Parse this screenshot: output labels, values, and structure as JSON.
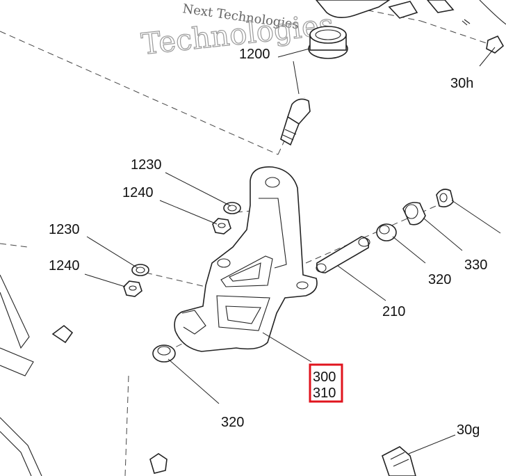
{
  "watermark": {
    "upper": "Next Technologies",
    "main": "Technologies"
  },
  "callouts": [
    {
      "id": "c1200",
      "text": "1200"
    },
    {
      "id": "c30h",
      "text": "30h"
    },
    {
      "id": "c1230a",
      "text": "1230"
    },
    {
      "id": "c1240a",
      "text": "1240"
    },
    {
      "id": "c1230b",
      "text": "1230"
    },
    {
      "id": "c1240b",
      "text": "1240"
    },
    {
      "id": "c330",
      "text": "330"
    },
    {
      "id": "c320a",
      "text": "320"
    },
    {
      "id": "c210",
      "text": "210"
    },
    {
      "id": "c300",
      "text": "300"
    },
    {
      "id": "c310",
      "text": "310"
    },
    {
      "id": "c320b",
      "text": "320"
    },
    {
      "id": "c30g",
      "text": "30g"
    }
  ],
  "highlight": {
    "color": "#e0141e"
  }
}
